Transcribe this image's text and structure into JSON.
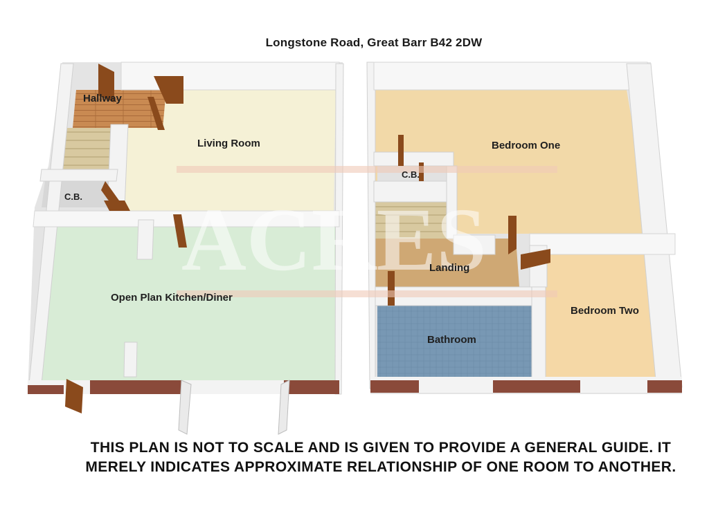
{
  "title": "Longstone Road, Great Barr B42 2DW",
  "rooms": {
    "hallway": "Hallway",
    "living_room": "Living Room",
    "cb_ground": "C.B.",
    "kitchen_diner": "Open Plan Kitchen/Diner",
    "bedroom_one": "Bedroom One",
    "cb_first": "C.B.",
    "landing": "Landing",
    "bedroom_two": "Bedroom Two",
    "bathroom": "Bathroom"
  },
  "watermark": "ACRES",
  "disclaimer": "THIS PLAN IS NOT TO SCALE AND IS GIVEN TO PROVIDE A GENERAL GUIDE. IT MERELY INDICATES APPROXIMATE RELATIONSHIP OF ONE ROOM TO ANOTHER.",
  "colors": {
    "living_floor": "#f5f1d6",
    "kitchen_floor": "#d8ecd6",
    "bedroom_floor": "#f2d9a8",
    "landing_floor": "#cfa874",
    "bathroom_tile": "#6f8fab",
    "wall": "#f2f2f2",
    "brick": "#8a4a3a",
    "door": "#8a4a1c"
  }
}
